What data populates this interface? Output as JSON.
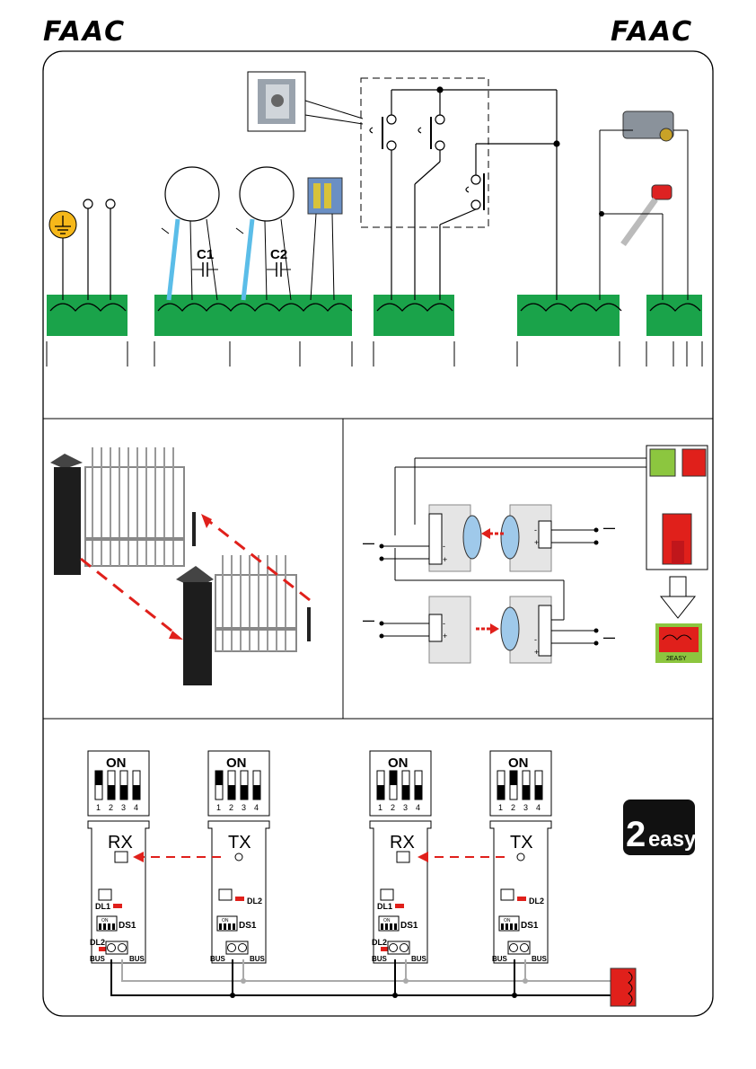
{
  "header": {
    "logo_left": "FAAC",
    "logo_right": "FAAC"
  },
  "wiring": {
    "cap1": "C1",
    "cap2": "C2"
  },
  "photocells": {
    "neg": "-",
    "pos": "+",
    "dash": "—",
    "module_label": "2EASY"
  },
  "dipswitch": {
    "on": "ON",
    "numbers": [
      "1",
      "2",
      "3",
      "4"
    ]
  },
  "modules": [
    {
      "type": "RX",
      "led_a": "DL1",
      "led_b": "DL2",
      "ds": "DS1",
      "bus_l": "BUS",
      "bus_r": "BUS",
      "dip_on": [
        1
      ]
    },
    {
      "type": "TX",
      "led_a": "DL2",
      "ds": "DS1",
      "bus_l": "BUS",
      "bus_r": "BUS",
      "dip_on": [
        1
      ]
    },
    {
      "type": "RX",
      "led_a": "DL1",
      "led_b": "DL2",
      "ds": "DS1",
      "bus_l": "BUS",
      "bus_r": "BUS",
      "dip_on": [
        2
      ]
    },
    {
      "type": "TX",
      "led_a": "DL2",
      "ds": "DS1",
      "bus_l": "BUS",
      "bus_r": "BUS",
      "dip_on": [
        2
      ]
    }
  ],
  "small_on": "ON",
  "brand_badge": {
    "digit": "2",
    "word": "easy"
  },
  "colors": {
    "green": "#1aa34a",
    "red": "#e0201b",
    "dashred": "#e0201b",
    "cable": "#5bbde8",
    "lime": "#8cc63f",
    "badge": "#111111"
  }
}
